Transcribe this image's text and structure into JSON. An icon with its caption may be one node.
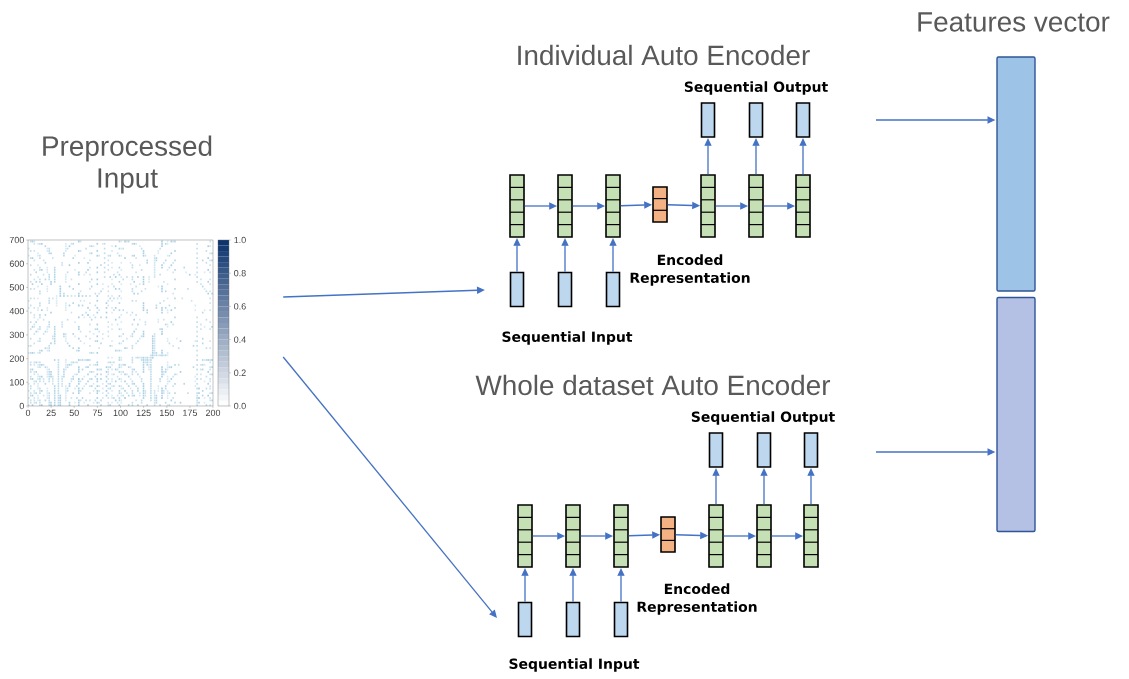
{
  "diagram": {
    "nodes": [
      {
        "text": [
          "Preprocessed Input"
        ],
        "beside": [
          "700",
          "600",
          "500",
          "400",
          "300",
          "200",
          "100",
          "0",
          "1.0",
          "0.8",
          "0.6",
          "0.4",
          "0.2",
          "0.0",
          "0",
          "25",
          "50",
          "75",
          "100",
          "125",
          "150",
          "175",
          "200"
        ]
      },
      {
        "text": [],
        "shape": "box"
      },
      {
        "text": [],
        "shape": "box"
      },
      {
        "text": [],
        "shape": "box"
      },
      {
        "text": [],
        "shape": "box"
      },
      {
        "text": [],
        "shape": "box"
      },
      {
        "text": [],
        "shape": "box"
      },
      {
        "text": [],
        "shape": "box"
      },
      {
        "text": [],
        "shape": "box"
      },
      {
        "text": [],
        "shape": "box"
      },
      {
        "text": [],
        "shape": "box"
      },
      {
        "text": [],
        "shape": "box"
      },
      {
        "text": [],
        "shape": "box"
      },
      {
        "text": [],
        "shape": "box"
      },
      {
        "text": [],
        "shape": "box"
      },
      {
        "text": [],
        "shape": "box"
      },
      {
        "text": [],
        "shape": "box"
      },
      {
        "text": [],
        "shape": "box"
      },
      {
        "text": [],
        "shape": "box"
      },
      {
        "text": [],
        "shape": "box"
      },
      {
        "text": [],
        "shape": "box"
      },
      {
        "text": [],
        "shape": "box"
      },
      {
        "text": [],
        "shape": "box"
      },
      {
        "text": [],
        "shape": "box"
      },
      {
        "text": [],
        "shape": "box"
      },
      {
        "text": [],
        "shape": "box"
      },
      {
        "text": [],
        "shape": "box"
      },
      {
        "text": [],
        "shape": "bar"
      },
      {
        "text": [],
        "shape": "bar"
      }
    ],
    "edges": [
      {
        "from": 0,
        "to": null,
        "arrow": "to"
      },
      {
        "from": 0,
        "to": null,
        "arrow": "to"
      },
      {
        "from": 1,
        "to": 4,
        "arrow": "to"
      },
      {
        "from": 2,
        "to": 5,
        "arrow": "to"
      },
      {
        "from": 3,
        "to": 6,
        "arrow": "to"
      },
      {
        "from": 4,
        "to": 5,
        "arrow": "to"
      },
      {
        "from": 5,
        "to": 6,
        "arrow": "to"
      },
      {
        "from": 6,
        "to": 7,
        "arrow": "to"
      },
      {
        "from": 7,
        "to": 8,
        "arrow": "to"
      },
      {
        "from": 8,
        "to": 9,
        "arrow": "to"
      },
      {
        "from": 9,
        "to": 10,
        "arrow": "to"
      },
      {
        "from": 8,
        "to": 11,
        "arrow": "to"
      },
      {
        "from": 9,
        "to": 12,
        "arrow": "to"
      },
      {
        "from": 10,
        "to": 13,
        "arrow": "to"
      },
      {
        "from": 14,
        "to": 17,
        "arrow": "to"
      },
      {
        "from": 15,
        "to": 18,
        "arrow": "to"
      },
      {
        "from": 16,
        "to": 19,
        "arrow": "to"
      },
      {
        "from": 17,
        "to": 18,
        "arrow": "to"
      },
      {
        "from": 18,
        "to": 19,
        "arrow": "to"
      },
      {
        "from": 19,
        "to": 20,
        "arrow": "to"
      },
      {
        "from": 20,
        "to": 21,
        "arrow": "to"
      },
      {
        "from": 21,
        "to": 22,
        "arrow": "to"
      },
      {
        "from": 22,
        "to": 23,
        "arrow": "to"
      },
      {
        "from": 21,
        "to": 24,
        "arrow": "to"
      },
      {
        "from": 22,
        "to": 25,
        "arrow": "to"
      },
      {
        "from": 23,
        "to": 26,
        "arrow": "to"
      },
      {
        "from": null,
        "to": 27,
        "arrow": "to"
      },
      {
        "from": null,
        "to": 28,
        "arrow": "to"
      }
    ],
    "labels": [
      "Features vector",
      "Individual Auto Encoder",
      "Sequential Output",
      "Encoded Representation",
      "Sequential Input",
      "Whole dataset Auto Encoder",
      "Sequential Output",
      "Encoded Representation",
      "Sequential Input"
    ]
  }
}
